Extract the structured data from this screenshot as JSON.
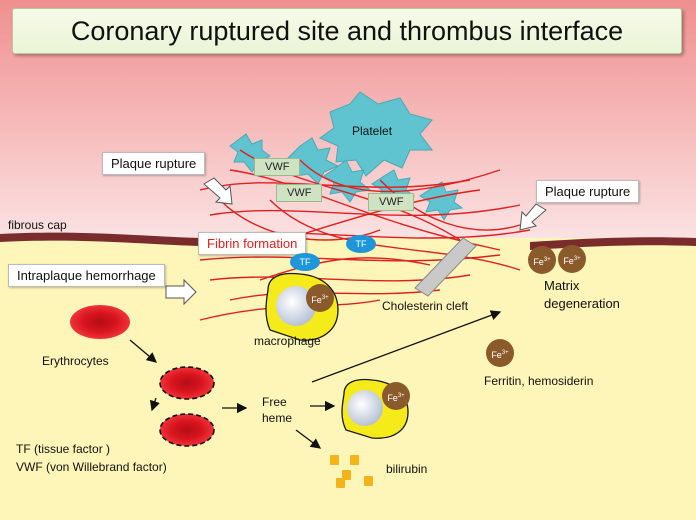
{
  "title": "Coronary ruptured site and thrombus interface",
  "labels": {
    "platelet": "Platelet",
    "vwf": "VWF",
    "plaque_rupture": "Plaque rupture",
    "fibrous_cap": "fibrous cap",
    "fibrin_formation": "Fibrin formation",
    "tf": "TF",
    "intraplaque_hemorrhage": "Intraplaque hemorrhage",
    "cholesterin_cleft": "Cholesterin cleft",
    "matrix_degeneration_1": "Matrix",
    "matrix_degeneration_2": "degeneration",
    "erythrocytes": "Erythrocytes",
    "macrophage": "macrophage",
    "free_heme_1": "Free",
    "free_heme_2": "heme",
    "ferritin": "Ferritin, hemosiderin",
    "bilirubin": "bilirubin",
    "fe_base": "Fe",
    "fe_sup": "3+",
    "legend_tf": "TF (tissue factor )",
    "legend_vwf": "VWF (von Willebrand factor)"
  },
  "colors": {
    "vessel_top": "#f08f8f",
    "vessel_bottom": "#fbe3e3",
    "plaque": "#fdf6b8",
    "fibrous_cap": "#7a2c2c",
    "fibrin": "#e02020",
    "platelet": "#5fc4cf",
    "erythrocyte": "#d8141e",
    "macrophage": "#f5ea1a",
    "iron": "#8b5a2b",
    "tf": "#1e96d9",
    "bilirubin": "#f3b41a",
    "fibrin_label": "#e0201e"
  }
}
